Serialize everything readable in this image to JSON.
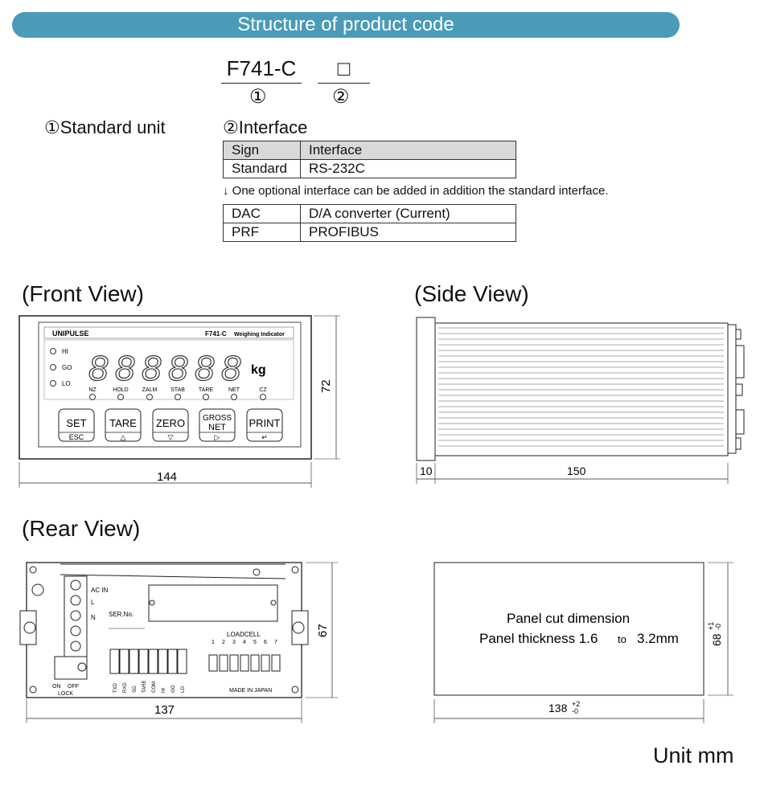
{
  "banner": {
    "title": "Structure of product code"
  },
  "product_code": {
    "base": "F741-C",
    "option_box": "□",
    "marker1": "①",
    "marker2": "②"
  },
  "standard_unit": {
    "label": "①Standard unit"
  },
  "interface": {
    "label": "②Interface",
    "table1": {
      "headers": [
        "Sign",
        "Interface"
      ],
      "rows": [
        [
          "Standard",
          "RS-232C"
        ]
      ]
    },
    "note": "↓ One optional interface can be added in addition the standard interface.",
    "table2": {
      "rows": [
        [
          "DAC",
          "D/A converter (Current)"
        ],
        [
          "PRF",
          "PROFIBUS"
        ]
      ]
    }
  },
  "front_view": {
    "title": "(Front View)",
    "brand": "UNIPULSE",
    "model": "F741-C",
    "model_desc": "Weighing Indicator",
    "lamps": [
      "HI",
      "GO",
      "LO"
    ],
    "unit": "kg",
    "status_lamps": [
      "NZ",
      "HOLD",
      "ZALM",
      "STAB",
      "TARE",
      "NET",
      "CZ"
    ],
    "keys": [
      {
        "top": "SET",
        "bottom": "ESC"
      },
      {
        "top": "TARE",
        "bottom": "△"
      },
      {
        "top": "ZERO",
        "bottom": "▽"
      },
      {
        "top": "GROSS",
        "top2": "NET",
        "bottom": "▷"
      },
      {
        "top": "PRINT",
        "bottom": "↵"
      }
    ],
    "width_dim": "144",
    "height_dim": "72"
  },
  "side_view": {
    "title": "(Side View)",
    "dim_front": "10",
    "dim_depth": "150"
  },
  "rear_view": {
    "title": "(Rear View)",
    "ac_labels": [
      "AC IN",
      "L",
      "N"
    ],
    "ser_no": "SER.No.",
    "loadcell_label": "LOADCELL",
    "loadcell_pins": [
      "1",
      "2",
      "3",
      "4",
      "5",
      "6",
      "7"
    ],
    "lower_pins": [
      "TXD",
      "RXD",
      "SG",
      "TARE",
      "COM",
      "HI",
      "GO",
      "LO"
    ],
    "switch_on": "ON",
    "switch_off": "OFF",
    "lock": "LOCK",
    "made_in": "MADE IN JAPAN",
    "width_dim": "137",
    "height_dim": "67"
  },
  "panel_cut": {
    "line1": "Panel cut dimension",
    "line2_a": "Panel thickness 1.6",
    "line2_b": "to",
    "line2_c": "3.2mm",
    "width_dim": "138",
    "width_tol_plus": "+2",
    "width_tol_minus": "-0",
    "height_dim": "68",
    "height_tol_plus": "+1",
    "height_tol_minus": "-0"
  },
  "footer": {
    "unit": "Unit mm"
  }
}
